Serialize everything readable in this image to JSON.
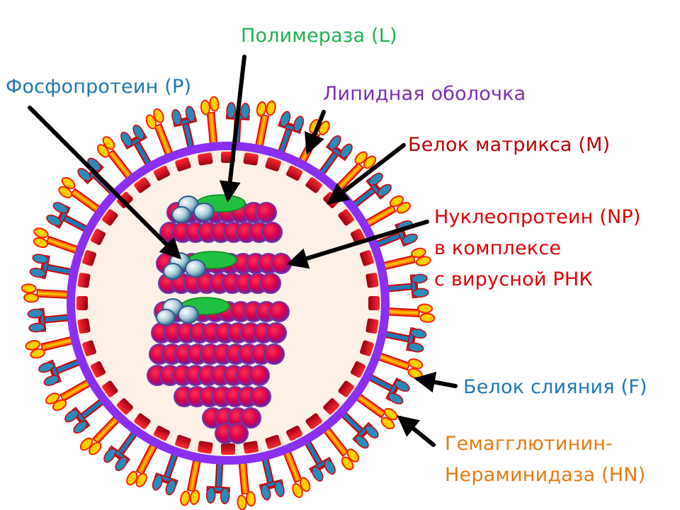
{
  "labels": {
    "polymerase": "Полимераза (L)",
    "phosphoprotein": "Фосфопротеин (P)",
    "lipid_envelope": "Липидная оболочка",
    "matrix_protein": "Белок матрикса (M)",
    "nucleoprotein_line1": "Нуклеопротеин (NP)",
    "nucleoprotein_line2": "в комплексе",
    "nucleoprotein_line3": "с вирусной РНК",
    "fusion_protein": "Белок слияния (F)",
    "hn_line1": "Гемагглютинин-",
    "hn_line2": "Нераминидаза (HN)"
  },
  "colors": {
    "polymerase": "#22b050",
    "phosphoprotein": "#1e78b4",
    "lipid_envelope": "#7a2fb0",
    "matrix_protein": "#c00000",
    "nucleoprotein": "#e00000",
    "fusion_protein": "#1e78b4",
    "hn": "#e87a10",
    "envelope_ring": "#8b2ff0",
    "matrix_block": "#d4001a",
    "interior": "#fdf0e6",
    "nucleocapsid_bead": "#d4004f",
    "polymerase_blob": "#22c040",
    "phospho_bead": "#8fb8c8"
  }
}
